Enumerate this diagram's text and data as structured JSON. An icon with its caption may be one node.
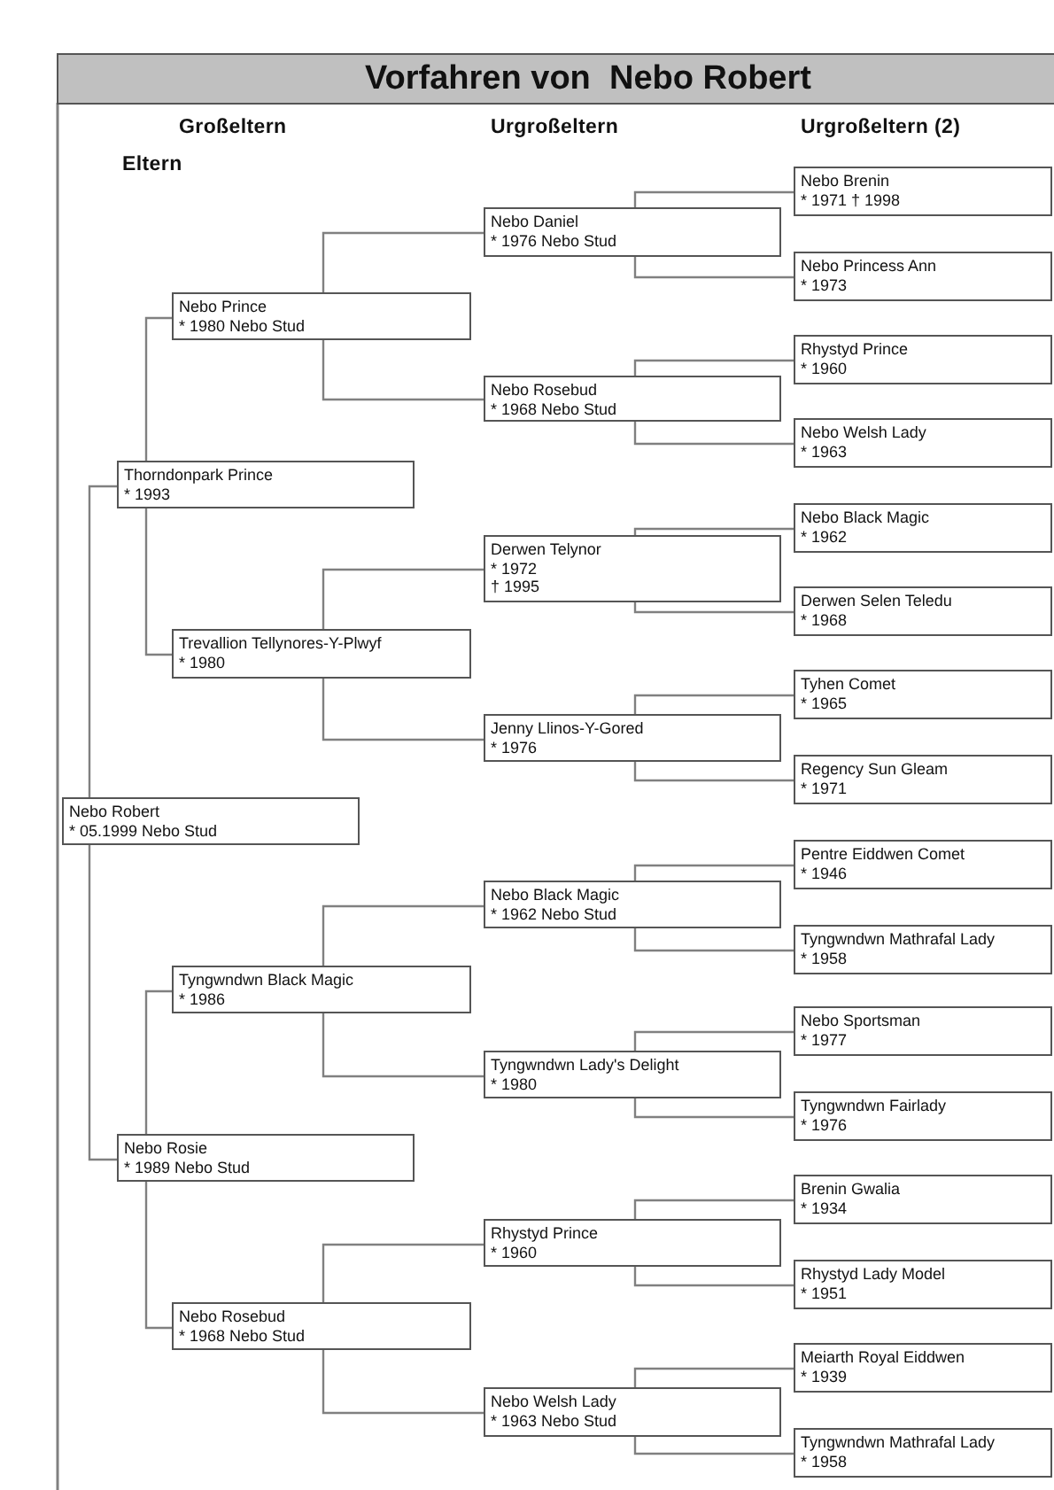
{
  "diagram": {
    "title": "Vorfahren von  Nebo Robert",
    "nodes": [
      {
        "text": [
          "Nebo Robert",
          "* 05.1999 Nebo Stud"
        ]
      },
      {
        "text": [
          "Thorndonpark Prince",
          "* 1993"
        ]
      },
      {
        "text": [
          "Nebo Rosie",
          "* 1989 Nebo Stud"
        ]
      },
      {
        "text": [
          "Nebo Prince",
          "* 1980 Nebo Stud"
        ]
      },
      {
        "text": [
          "Trevallion Tellynores-Y-Plwyf",
          "* 1980"
        ]
      },
      {
        "text": [
          "Tyngwndwn Black Magic",
          "* 1986"
        ]
      },
      {
        "text": [
          "Nebo Rosebud",
          "* 1968 Nebo Stud"
        ]
      },
      {
        "text": [
          "Nebo Daniel",
          "* 1976 Nebo Stud"
        ]
      },
      {
        "text": [
          "Nebo Rosebud",
          "* 1968 Nebo Stud"
        ]
      },
      {
        "text": [
          "Derwen Telynor",
          "* 1972",
          "† 1995"
        ]
      },
      {
        "text": [
          "Jenny Llinos-Y-Gored",
          "* 1976"
        ]
      },
      {
        "text": [
          "Nebo Black Magic",
          "* 1962 Nebo Stud"
        ]
      },
      {
        "text": [
          "Tyngwndwn Lady's Delight",
          "* 1980"
        ]
      },
      {
        "text": [
          "Rhystyd Prince",
          "* 1960"
        ]
      },
      {
        "text": [
          "Nebo Welsh Lady",
          "* 1963 Nebo Stud"
        ]
      },
      {
        "text": [
          "Nebo Brenin",
          "* 1971 † 1998"
        ]
      },
      {
        "text": [
          "Nebo Princess Ann",
          "* 1973"
        ]
      },
      {
        "text": [
          "Rhystyd Prince",
          "* 1960"
        ]
      },
      {
        "text": [
          "Nebo Welsh Lady",
          "* 1963"
        ]
      },
      {
        "text": [
          "Nebo Black Magic",
          "* 1962"
        ]
      },
      {
        "text": [
          "Derwen Selen Teledu",
          "* 1968"
        ]
      },
      {
        "text": [
          "Tyhen Comet",
          "* 1965"
        ]
      },
      {
        "text": [
          "Regency Sun Gleam",
          "* 1971"
        ]
      },
      {
        "text": [
          "Pentre Eiddwen Comet",
          "* 1946"
        ]
      },
      {
        "text": [
          "Tyngwndwn Mathrafal Lady",
          "* 1958"
        ]
      },
      {
        "text": [
          "Nebo Sportsman",
          "* 1977"
        ]
      },
      {
        "text": [
          "Tyngwndwn Fairlady",
          "* 1976"
        ]
      },
      {
        "text": [
          "Brenin Gwalia",
          "* 1934"
        ]
      },
      {
        "text": [
          "Rhystyd Lady Model",
          "* 1951"
        ]
      },
      {
        "text": [
          "Meiarth Royal Eiddwen",
          "* 1939"
        ]
      },
      {
        "text": [
          "Tyngwndwn Mathrafal Lady",
          "* 1958"
        ]
      }
    ],
    "edges": [
      {
        "from": 0,
        "to": 1,
        "arrow": "none"
      },
      {
        "from": 0,
        "to": 2,
        "arrow": "none"
      },
      {
        "from": 1,
        "to": 3,
        "arrow": "none"
      },
      {
        "from": 1,
        "to": 4,
        "arrow": "none"
      },
      {
        "from": 2,
        "to": 5,
        "arrow": "none"
      },
      {
        "from": 2,
        "to": 6,
        "arrow": "none"
      },
      {
        "from": 3,
        "to": 7,
        "arrow": "none"
      },
      {
        "from": 3,
        "to": 8,
        "arrow": "none"
      },
      {
        "from": 4,
        "to": 9,
        "arrow": "none"
      },
      {
        "from": 4,
        "to": 10,
        "arrow": "none"
      },
      {
        "from": 5,
        "to": 11,
        "arrow": "none"
      },
      {
        "from": 5,
        "to": 12,
        "arrow": "none"
      },
      {
        "from": 6,
        "to": 13,
        "arrow": "none"
      },
      {
        "from": 6,
        "to": 14,
        "arrow": "none"
      },
      {
        "from": 7,
        "to": 15,
        "arrow": "none"
      },
      {
        "from": 7,
        "to": 16,
        "arrow": "none"
      },
      {
        "from": 8,
        "to": 17,
        "arrow": "none"
      },
      {
        "from": 8,
        "to": 18,
        "arrow": "none"
      },
      {
        "from": 9,
        "to": 19,
        "arrow": "none"
      },
      {
        "from": 9,
        "to": 20,
        "arrow": "none"
      },
      {
        "from": 10,
        "to": 21,
        "arrow": "none"
      },
      {
        "from": 10,
        "to": 22,
        "arrow": "none"
      },
      {
        "from": 11,
        "to": 23,
        "arrow": "none"
      },
      {
        "from": 11,
        "to": 24,
        "arrow": "none"
      },
      {
        "from": 12,
        "to": 25,
        "arrow": "none"
      },
      {
        "from": 12,
        "to": 26,
        "arrow": "none"
      },
      {
        "from": 13,
        "to": 27,
        "arrow": "none"
      },
      {
        "from": 13,
        "to": 28,
        "arrow": "none"
      },
      {
        "from": 14,
        "to": 29,
        "arrow": "none"
      },
      {
        "from": 14,
        "to": 30,
        "arrow": "none"
      }
    ],
    "labels": [
      "Großeltern",
      "Urgroßeltern",
      "Urgroßeltern (2)",
      "Eltern"
    ]
  }
}
